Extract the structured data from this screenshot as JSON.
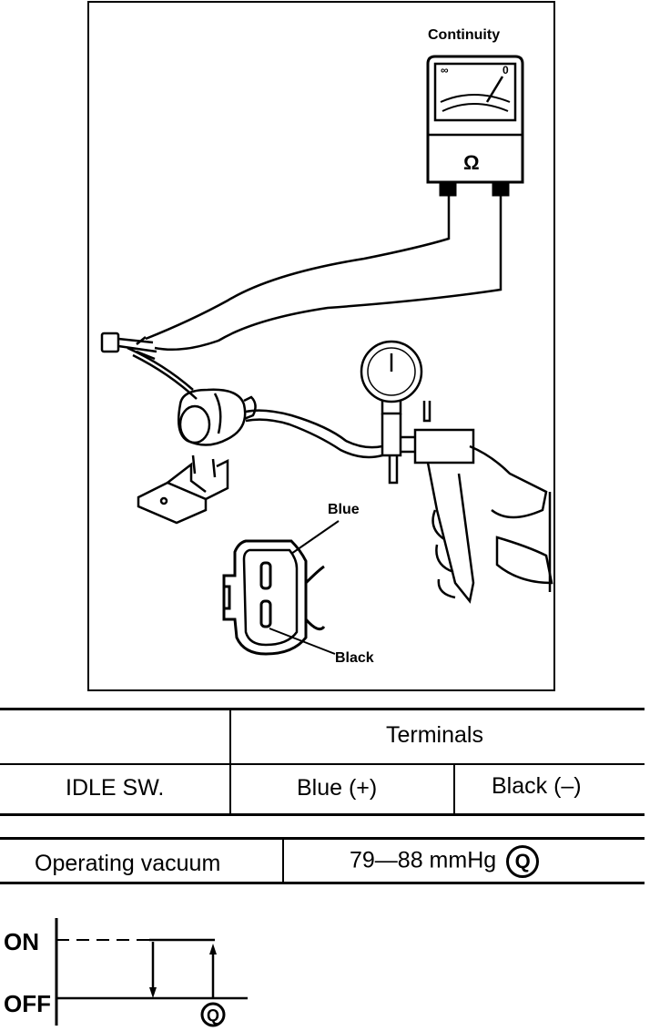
{
  "figure": {
    "meter_label": "Continuity",
    "meter_symbol": "Ω",
    "meter_scale_left": "∞",
    "meter_scale_right": "0",
    "connector_label_top": "Blue",
    "connector_label_bottom": "Black"
  },
  "terminal_table": {
    "header": "Terminals",
    "row_label": "IDLE SW.",
    "col1": "Blue (+)",
    "col2": "Black (–)"
  },
  "vacuum_table": {
    "label": "Operating vacuum",
    "value": "79—88 mmHg",
    "symbol": "Q"
  },
  "switch_chart": {
    "on_label": "ON",
    "off_label": "OFF",
    "marker": "Q"
  }
}
